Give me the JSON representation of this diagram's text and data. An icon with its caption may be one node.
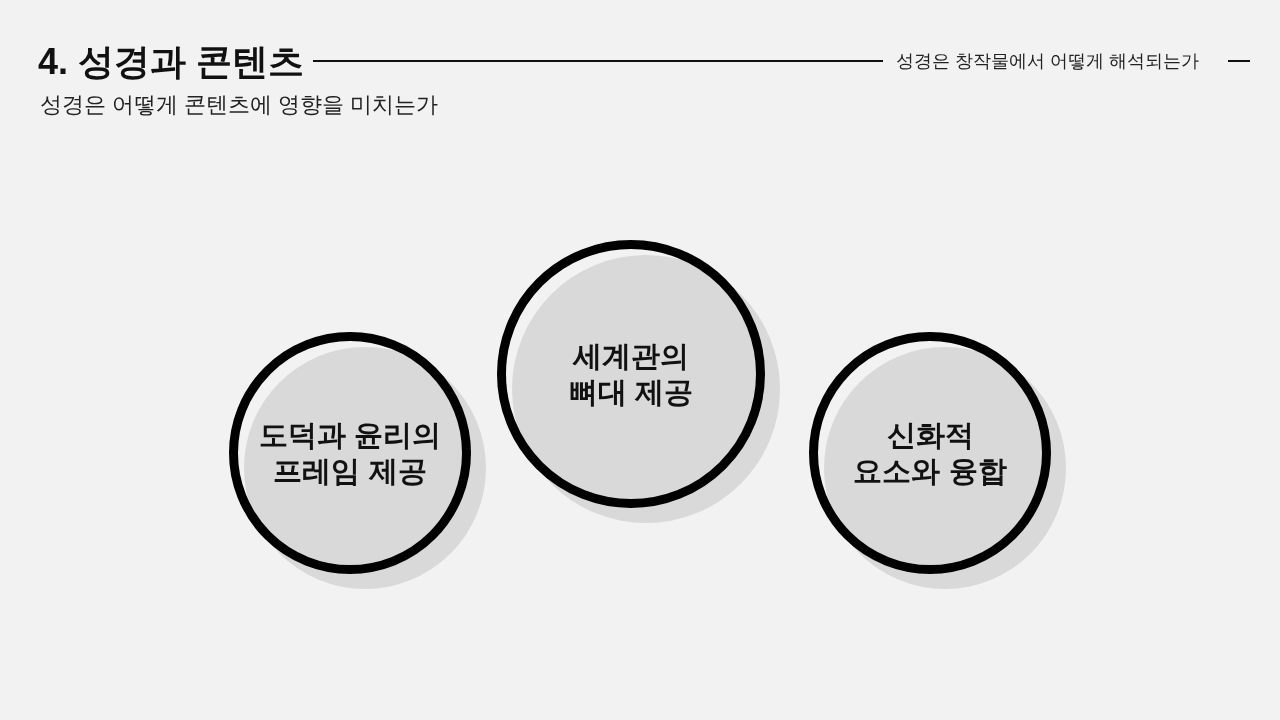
{
  "diagram": {
    "title": "4. 성경과 콘텐츠",
    "nodes": [
      {
        "text": [
          "도덕과 윤리의 프레임 제공"
        ]
      },
      {
        "text": [
          "세계관의 뼈대 제공"
        ]
      },
      {
        "text": [
          "신화적 요소와 융합"
        ]
      }
    ],
    "labels": [
      "성경은 창작물에서 어떻게 해석되는가",
      "성경은 어떻게 콘텐츠에 영향을 미치는가"
    ]
  }
}
